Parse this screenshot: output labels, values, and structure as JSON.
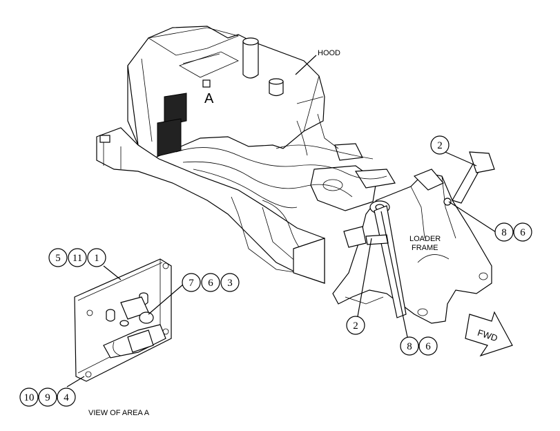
{
  "labels": {
    "hood": "HOOD",
    "area_marker": "A",
    "loader_frame_line1": "LOADER",
    "loader_frame_line2": "FRAME",
    "fwd": "FWD",
    "view_caption": "VIEW OF AREA A"
  },
  "callouts": {
    "top_right_2": "2",
    "right_8": "8",
    "right_6": "6",
    "center_2": "2",
    "center_8": "8",
    "center_6": "6",
    "upper_left_5": "5",
    "upper_left_11": "11",
    "upper_left_1": "1",
    "mid_7": "7",
    "mid_6": "6",
    "mid_3": "3",
    "lower_left_10": "10",
    "lower_left_9": "9",
    "lower_left_4": "4"
  },
  "icons": [
    "fwd-arrow-icon"
  ],
  "colors": {
    "line": "#000000",
    "background": "#ffffff"
  }
}
